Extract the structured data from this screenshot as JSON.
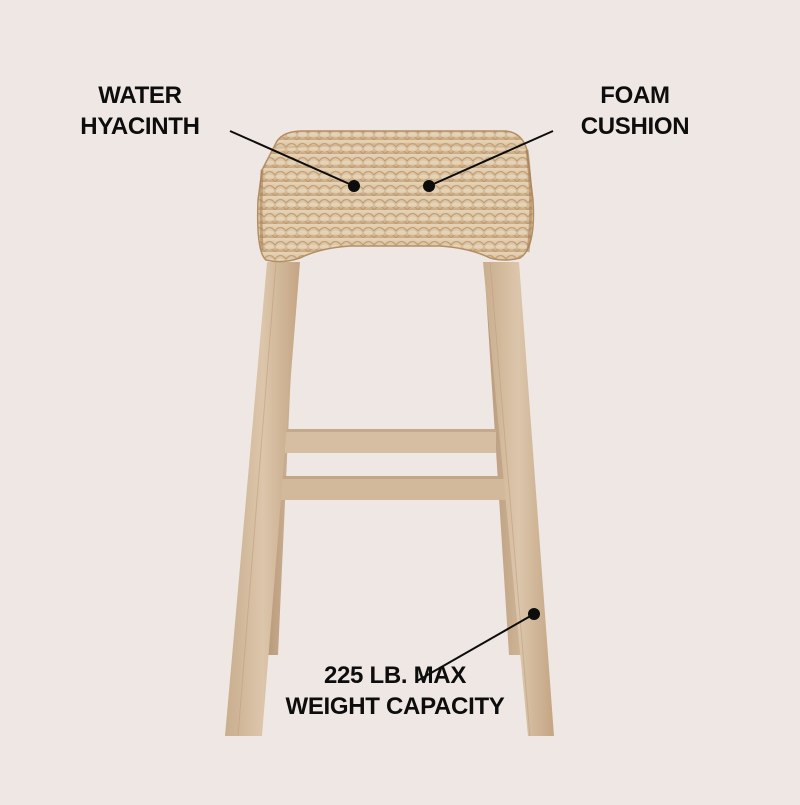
{
  "image": {
    "subject": "bar stool with water hyacinth woven seat and wooden legs",
    "background_color": "#efe7e4",
    "accent_color": "#0d0d0d"
  },
  "callouts": [
    {
      "id": "water-hyacinth",
      "lines": [
        "WATER",
        "HYACINTH"
      ],
      "dot": [
        354,
        186
      ],
      "line_from": [
        230,
        131
      ]
    },
    {
      "id": "foam-cushion",
      "lines": [
        "FOAM",
        "CUSHION"
      ],
      "dot": [
        429,
        186
      ],
      "line_from": [
        553,
        131
      ]
    },
    {
      "id": "weight-capacity",
      "lines": [
        "225 LB. MAX",
        "WEIGHT CAPACITY"
      ],
      "dot": [
        534,
        614
      ],
      "line_from": [
        417,
        681
      ]
    }
  ]
}
